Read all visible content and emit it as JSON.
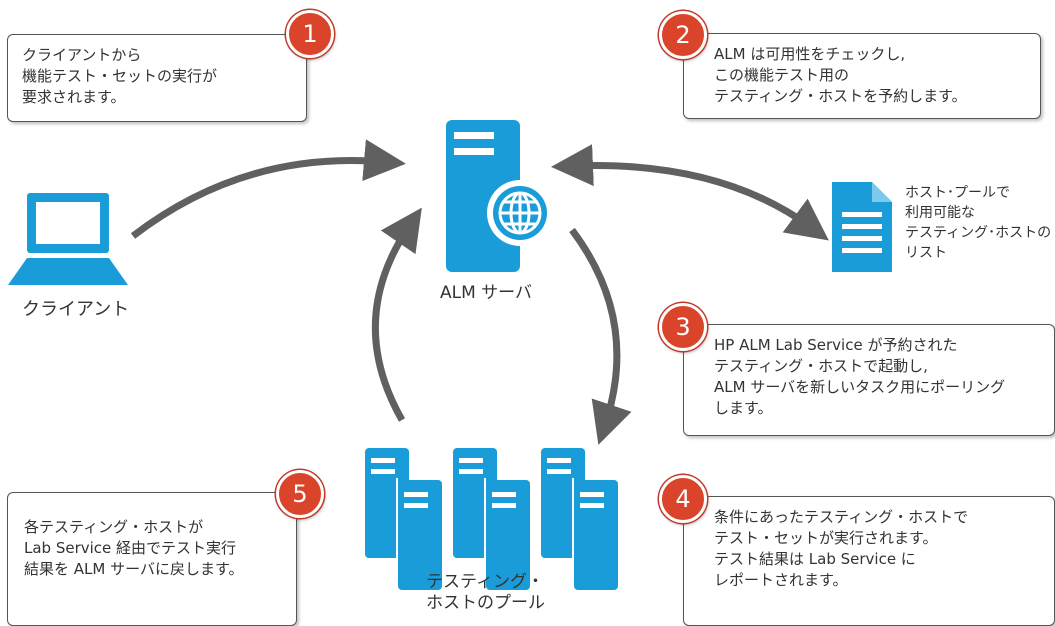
{
  "callouts": [
    {
      "number": "1",
      "text": "クライアントから\n機能テスト・セットの実行が\n要求されます。"
    },
    {
      "number": "2",
      "text": "ALM は可用性をチェックし,\nこの機能テスト用の\nテスティング・ホストを予約します。"
    },
    {
      "number": "3",
      "text": "HP ALM Lab Service が予約された\nテスティング・ホストで起動し,\nALM サーバを新しいタスク用にポーリング\nします。"
    },
    {
      "number": "4",
      "text": "条件にあったテスティング・ホストで\nテスト・セットが実行されます。\nテスト結果は Lab Service に\nレポートされます。"
    },
    {
      "number": "5",
      "text": "各テスティング・ホストが\nLab Service 経由でテスト実行\n結果を ALM サーバに戻します。"
    }
  ],
  "nodes": {
    "client_label": "クライアント",
    "server_label": "ALM サーバ",
    "pool_label": "テスティング・\nホストのプール",
    "doc_label": "ホスト･プールで\n利用可能な\nテスティング･ホストの\nリスト"
  },
  "colors": {
    "icon_blue": "#1a9cd8",
    "arrow_gray": "#606060",
    "badge_red": "#d9442a"
  }
}
